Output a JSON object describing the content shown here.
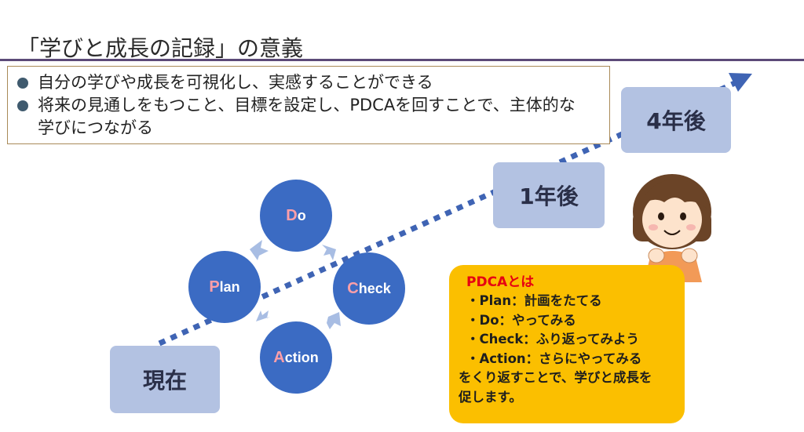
{
  "title": "「学びと成長の記録」の意義",
  "bullets": [
    "自分の学びや成長を可視化し、実感することができる",
    "将来の見通しをもつこと、目標を設定し、PDCAを回すことで、主体的な\n学びにつながる"
  ],
  "milestones": {
    "now": "現在",
    "one_year": "1年後",
    "four_years": "4年後"
  },
  "cycle": {
    "do": {
      "first": "D",
      "rest": "o"
    },
    "check": {
      "first": "C",
      "rest": "heck"
    },
    "action": {
      "first": "A",
      "rest": "ction"
    },
    "plan": {
      "first": "P",
      "rest": "lan"
    }
  },
  "pdca": {
    "title": "PDCAとは",
    "lines": [
      "・Plan：計画をたてる",
      "・Do：やってみる",
      "・Check：ふり返ってみよう",
      "・Action：さらにやってみる"
    ],
    "footer": "をくり返すことで、学びと成長を\n促します。"
  },
  "colors": {
    "accent_rule": "#5c4a78",
    "dotted_arrow": "#3f64b4",
    "cycle_circle": "#3b6bc3",
    "milestone_box": "#b3c2e2",
    "pdca_box": "#fbbf00",
    "pdca_title": "#e60012"
  },
  "icons": {
    "bullet": "bullet-dot-icon",
    "arrow": "dotted-arrow-icon",
    "cycle_arrow": "cycle-arrow-icon",
    "character": "girl-character-illustration"
  }
}
